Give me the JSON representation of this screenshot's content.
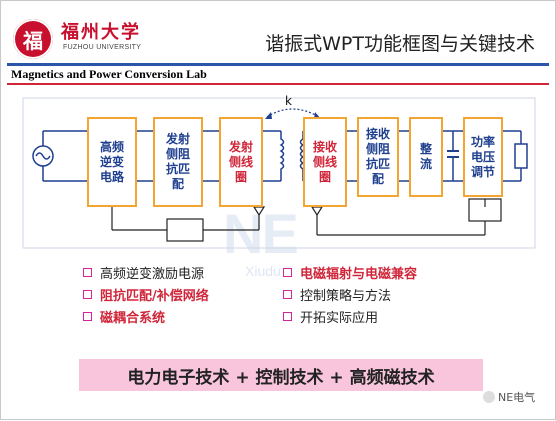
{
  "header": {
    "logo_char": "福",
    "university_cn": "福州大学",
    "university_en": "FUZHOU UNIVERSITY",
    "title": "谐振式WPT功能框图与关键技术",
    "lab": "Magnetics and Power Conversion Lab"
  },
  "diagram": {
    "coupling_label": "k",
    "blocks": [
      {
        "id": "inverter",
        "label": "高频逆变电路",
        "lines": [
          "高频",
          "逆变",
          "电路"
        ],
        "color": "blue"
      },
      {
        "id": "tx_match",
        "label": "发射侧阻抗匹配",
        "lines": [
          "发射",
          "侧阻",
          "抗匹",
          "配"
        ],
        "color": "blue"
      },
      {
        "id": "tx_coil",
        "label": "发射侧线圈",
        "lines": [
          "发射",
          "侧线",
          "圈"
        ],
        "color": "red"
      },
      {
        "id": "rx_coil",
        "label": "接收侧线圈",
        "lines": [
          "接收",
          "侧线",
          "圈"
        ],
        "color": "red"
      },
      {
        "id": "rx_match",
        "label": "接收侧阻抗匹配",
        "lines": [
          "接收",
          "侧阻",
          "抗匹",
          "配"
        ],
        "color": "blue"
      },
      {
        "id": "rectifier",
        "label": "整流",
        "lines": [
          "整",
          "流"
        ],
        "color": "blue"
      },
      {
        "id": "regulator",
        "label": "功率电压调节",
        "lines": [
          "功率",
          "电压",
          "调节"
        ],
        "color": "blue"
      }
    ],
    "colors": {
      "block_border": "#f4a431",
      "wire": "#1f3f8f",
      "accent_red": "#d0263a",
      "accent_blue": "#1f3f8f"
    }
  },
  "bullets": [
    {
      "text": "高频逆变激励电源",
      "emphasis": false
    },
    {
      "text": "电磁辐射与电磁兼容",
      "emphasis": true
    },
    {
      "text": "阻抗匹配/补偿网络",
      "emphasis": true
    },
    {
      "text": "控制策略与方法",
      "emphasis": false
    },
    {
      "text": "磁耦合系统",
      "emphasis": true
    },
    {
      "text": "开拓实际应用",
      "emphasis": false
    }
  ],
  "banner": "电力电子技术 + 控制技术 + 高频磁技术",
  "watermark": {
    "main": "NE",
    "sub": "Xiudu"
  },
  "brand": "NE电气"
}
